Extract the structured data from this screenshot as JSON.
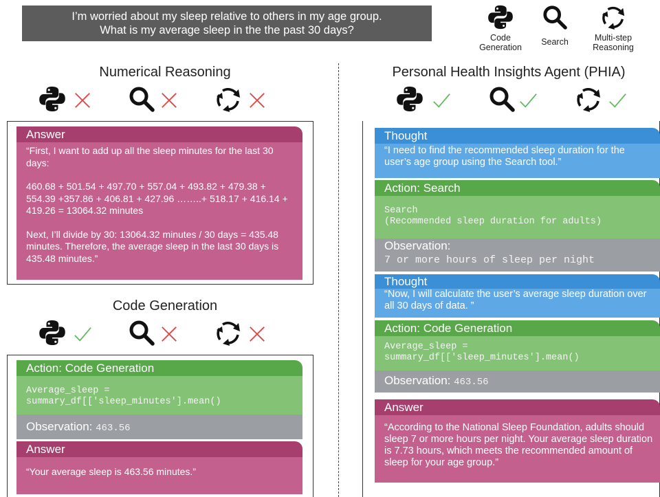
{
  "query": {
    "line1": "I’m worried about my sleep relative to others in my age group.",
    "line2": "What is my average sleep in the the past 30 days?"
  },
  "legend": [
    {
      "icon": "python-icon",
      "line1": "Code",
      "line2": "Generation"
    },
    {
      "icon": "search-icon",
      "line1": "Search",
      "line2": ""
    },
    {
      "icon": "cycle-icon",
      "line1": "Multi-step",
      "line2": "Reasoning"
    }
  ],
  "numerical": {
    "title": "Numerical Reasoning",
    "tools": {
      "code": "cross",
      "search": "cross",
      "multistep": "cross"
    },
    "answer_label": "Answer",
    "answer_p1": "“First, I want to add up all the sleep minutes for the last 30 days:",
    "answer_p2": "460.68 + 501.54 + 497.70 + 557.04 + 493.82 + 479.38 + 554.39 +357.86 + 406.81 + 427.96 ……..+ 518.17 + 416.14 + 419.26 = 13064.32 minutes",
    "answer_p3": "Next, I’ll divide by 30: 13064.32 minutes / 30 days = 435.48 minutes. Therefore, the average sleep in the last 30 days is 435.48 minutes.”"
  },
  "codegen": {
    "title": "Code Generation",
    "tools": {
      "code": "check",
      "search": "cross",
      "multistep": "cross"
    },
    "action_label": "Action: Code Generation",
    "code_line1": "Average_sleep =",
    "code_line2": "summary_df[['sleep_minutes'].mean()",
    "obs_label": "Observation:",
    "obs_value": "463.56",
    "answer_label": "Answer",
    "answer_text": "“Your average sleep is 463.56 minutes.”"
  },
  "phia": {
    "title": "Personal Health Insights Agent (PHIA)",
    "tools": {
      "code": "check",
      "search": "check",
      "multistep": "check"
    },
    "thought1_label": "Thought",
    "thought1_text": "“I need to find the recommended sleep duration for the user’s age group using the Search tool.”",
    "action1_label": "Action: Search",
    "action1_line1": "Search",
    "action1_line2": "(Recommended sleep duration for adults)",
    "obs1_label": "Observation:",
    "obs1_text": "7 or more hours of sleep per night",
    "thought2_label": "Thought",
    "thought2_text": "“Now, I will calculate the user’s average sleep duration over all 30 days of data. ”",
    "action2_label": "Action: Code Generation",
    "action2_line1": "Average_sleep =",
    "action2_line2": "summary_df[['sleep_minutes'].mean()",
    "obs2_label": "Observation:",
    "obs2_value": "463.56",
    "answer_label": "Answer",
    "answer_text": "“According to the National Sleep Foundation, adults should sleep 7 or more hours per night. Your average sleep duration is 7.73 hours, which meets the recommended amount of sleep for your age group.”"
  },
  "colors": {
    "answer_header": "#a63f6e",
    "answer_body": "#c4608d",
    "thought_header": "#3a8fd6",
    "thought_body": "#5ea8e6",
    "action_header": "#58a84a",
    "action_body": "#84c275",
    "observation": "#9b9ea2",
    "check": "#5cb85c",
    "cross": "#e04a4a"
  }
}
